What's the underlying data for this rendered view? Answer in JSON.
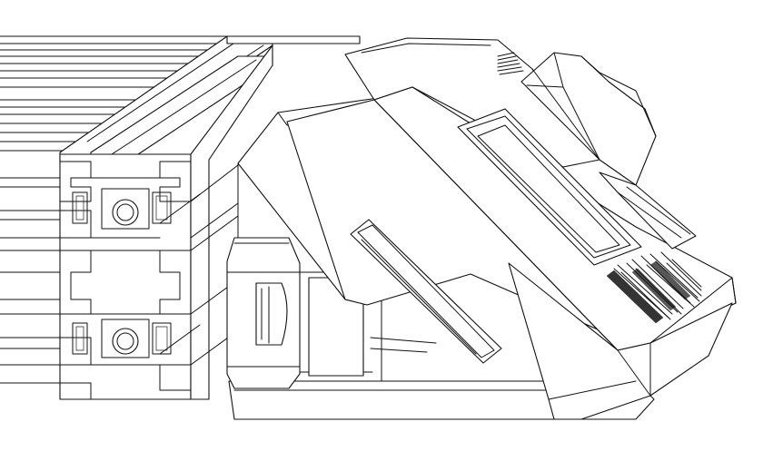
{
  "drawing": {
    "subject": "line-art-cad-render",
    "parts": [
      "aluminum-extrusion-profile",
      "angled-enclosure-housing",
      "display-window",
      "mounting-bracket",
      "slotted-side-rail",
      "cable-gland",
      "vent-grille"
    ],
    "line_color": "#111111",
    "background_color": "#ffffff"
  }
}
